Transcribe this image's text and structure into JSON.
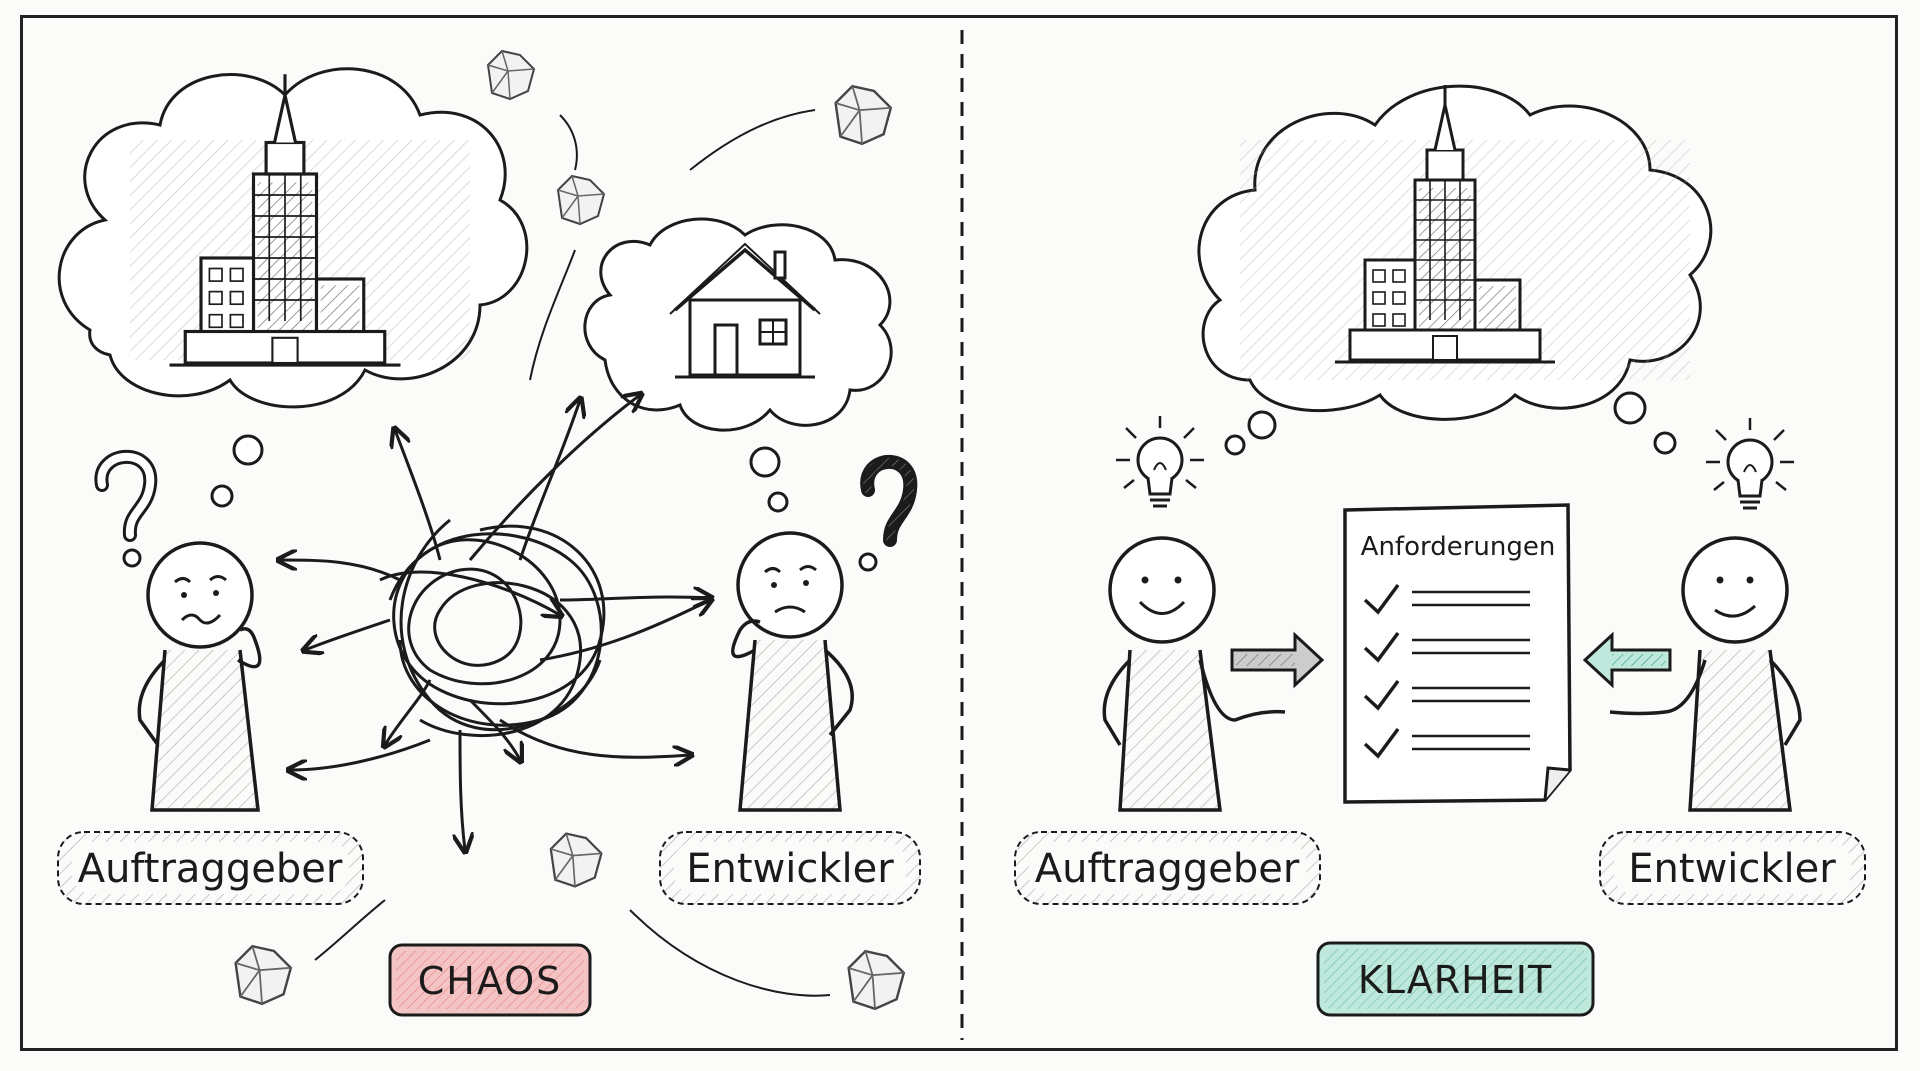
{
  "left_panel": {
    "client_label": "Auftraggeber",
    "developer_label": "Entwickler",
    "status_label": "CHAOS",
    "status_color": "#e58a8f"
  },
  "right_panel": {
    "client_label": "Auftraggeber",
    "developer_label": "Entwickler",
    "document_title": "Anforderungen",
    "status_label": "KLARHEIT",
    "status_color": "#7fd1bf",
    "checklist_items": 4
  },
  "icons": [
    "building-icon",
    "house-icon",
    "question-mark-icon",
    "crumpled-paper-icon",
    "light-bulb-icon",
    "checkmark-icon",
    "arrow-icon"
  ]
}
